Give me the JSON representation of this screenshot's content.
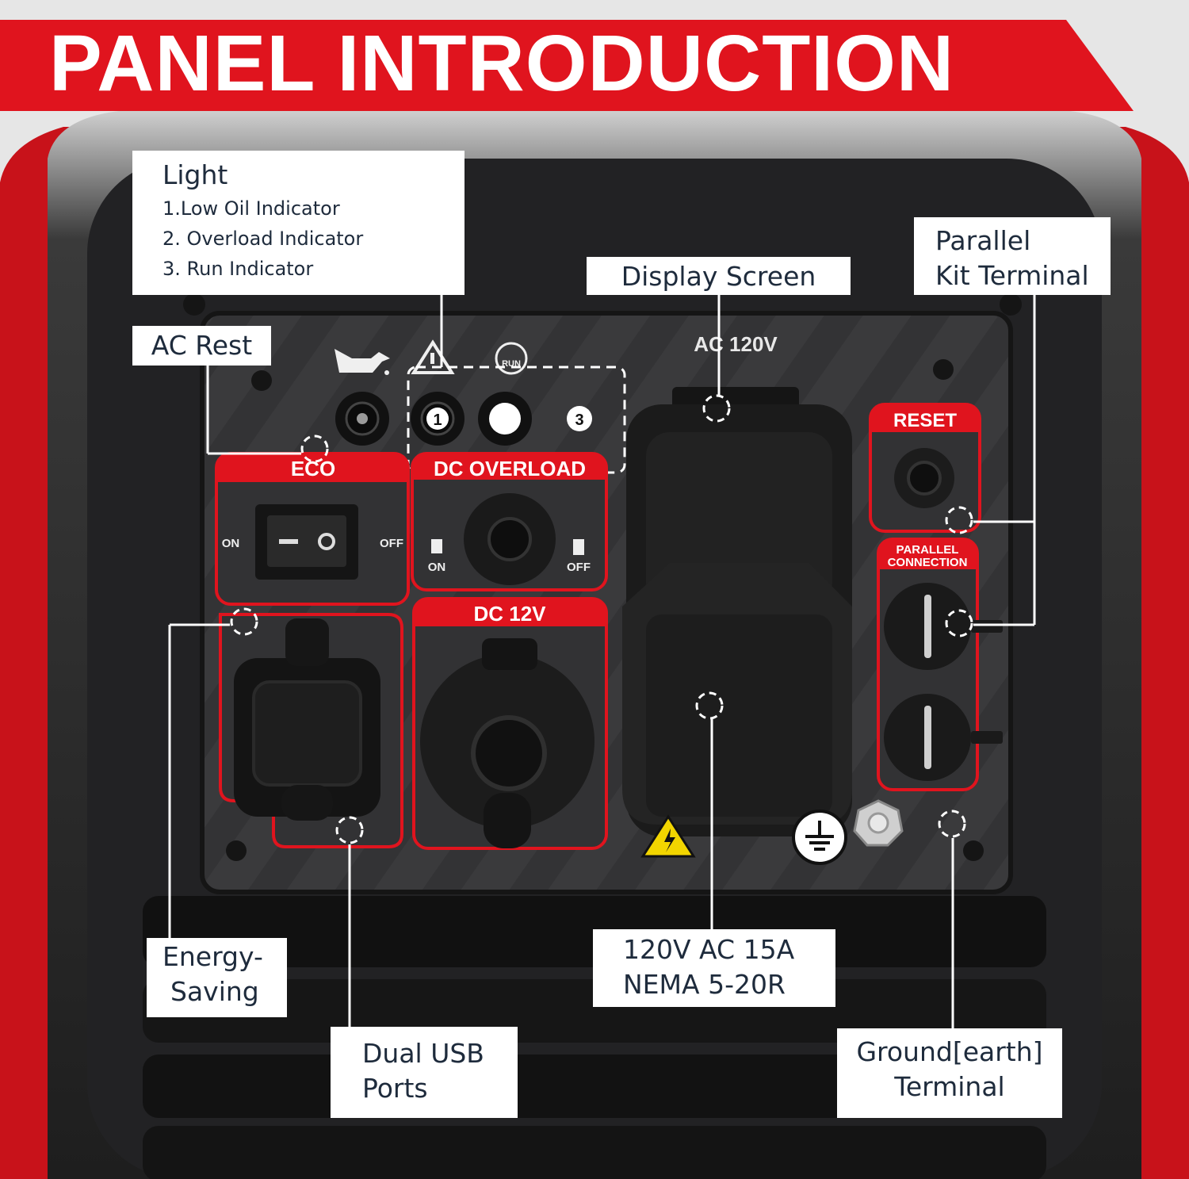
{
  "title": "PANEL INTRODUCTION",
  "colors": {
    "brand_red": "#e0141e",
    "panel_dark": "#2e2e30",
    "label_text": "#1e2b3c"
  },
  "panel_labels": {
    "ac_voltage": "AC 120V",
    "eco": "ECO",
    "eco_on": "ON",
    "eco_off": "OFF",
    "dc_overload": "DC OVERLOAD",
    "overload_on": "ON",
    "overload_off": "OFF",
    "dc_12v": "DC 12V",
    "reset": "RESET",
    "parallel_line1": "PARALLEL",
    "parallel_line2": "CONNECTION",
    "indicator_1": "1",
    "indicator_3": "3",
    "run_icon_text": "RUN"
  },
  "icons": [
    "oil-can-icon",
    "warning-triangle-icon",
    "run-icon",
    "electric-hazard-icon",
    "ground-symbol-icon"
  ],
  "callouts": {
    "light": {
      "title": "Light",
      "items": [
        "1.Low Oil Indicator",
        "2. Overload Indicator",
        "3. Run Indicator"
      ]
    },
    "ac_rest": "AC Rest",
    "display_screen": "Display Screen",
    "parallel_kit": [
      "Parallel",
      "Kit Terminal"
    ],
    "energy_saving": [
      "Energy-",
      "Saving"
    ],
    "dual_usb": [
      "Dual USB",
      "Ports"
    ],
    "ac_outlet": [
      "120V AC 15A",
      "NEMA 5-20R"
    ],
    "ground": [
      "Ground[earth]",
      "Terminal"
    ]
  }
}
